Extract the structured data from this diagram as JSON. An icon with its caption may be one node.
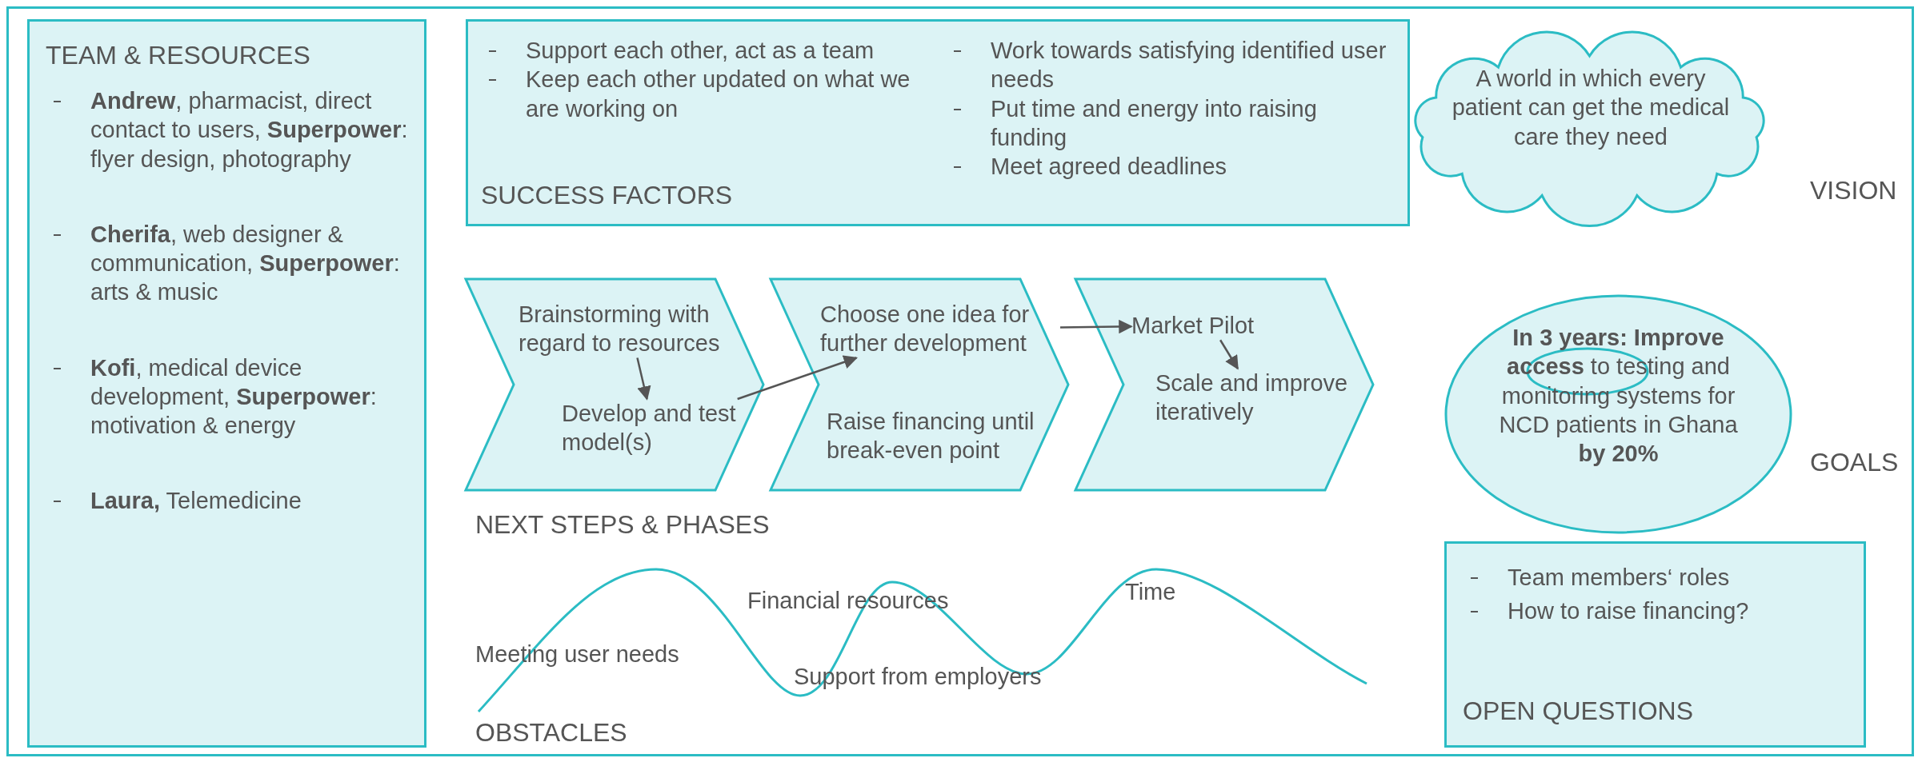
{
  "diagram": {
    "nodes": [
      {
        "text": [
          "TEAM & RESOURCES",
          "**Andrew**, pharmacist, direct contact to users, **Superpower**: flyer design, photography",
          "**Cherifa**, web designer & communication, **Superpower**: arts & music",
          "**Kofi**, medical device development, **Superpower**: motivation & energy",
          "**Laura,** Telemedicine"
        ]
      },
      {
        "text": [
          "Support each other, act as a team",
          "Keep each other updated on what we are working on",
          "Work towards satisfying identified user needs",
          "Put time and energy into raising funding",
          "Meet agreed deadlines",
          "SUCCESS FACTORS"
        ]
      },
      {
        "text": [
          "A world in which every patient can get the medical care they need"
        ],
        "beside": [
          "VISION"
        ]
      },
      {
        "text": [
          "**In 3 years:** **Improve access** to testing and monitoring systems for NCD patients in Ghana **by 20%**"
        ],
        "beside": [
          "GOALS"
        ]
      },
      {
        "text": [],
        "shape": "ellipse",
        "in": 3
      },
      {
        "text": [],
        "shape": "chevron"
      },
      {
        "text": [],
        "shape": "chevron"
      },
      {
        "text": [],
        "shape": "chevron"
      },
      {
        "text": [
          "Brainstorming with regard to resources"
        ],
        "in": 5
      },
      {
        "text": [
          "Develop and test model(s)"
        ],
        "in": 5
      },
      {
        "text": [
          "Choose one idea for further development"
        ],
        "in": 6
      },
      {
        "text": [
          "Raise financing until break-even point"
        ],
        "in": 6
      },
      {
        "text": [
          "Market Pilot"
        ],
        "in": 7
      },
      {
        "text": [
          "Scale and improve iteratively"
        ],
        "in": 7
      },
      {
        "text": [
          "Team members‘ roles",
          "How to raise financing?",
          "OPEN QUESTIONS"
        ]
      }
    ],
    "edges": [
      {
        "from": 8,
        "to": 9,
        "arrow": "to"
      },
      {
        "from": 9,
        "to": 10,
        "arrow": "to"
      },
      {
        "from": 10,
        "to": 12,
        "arrow": "to"
      },
      {
        "from": 12,
        "to": 13,
        "arrow": "to"
      }
    ],
    "labels": [
      "NEXT STEPS & PHASES",
      "Meeting user needs",
      "Financial resources",
      "Time",
      "Support from employers",
      "OBSTACLES"
    ]
  }
}
